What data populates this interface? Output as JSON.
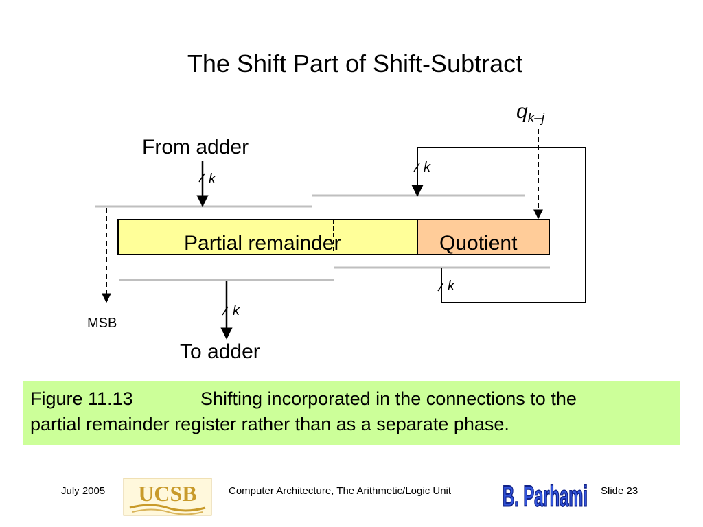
{
  "title": "The Shift Part of Shift-Subtract",
  "diagram": {
    "from_adder": "From adder",
    "to_adder": "To adder",
    "msb": "MSB",
    "partial_remainder": "Partial remainder",
    "quotient": "Quotient",
    "bus_width": "k",
    "q_main": "q",
    "q_sub": "k–j",
    "colors": {
      "partial_remainder_fill": "#ffff99",
      "quotient_fill": "#ffcc99",
      "register_line": "#bfbfbf"
    }
  },
  "caption": {
    "figure_number": "Figure 11.13",
    "text_line1": "Shifting incorporated in the connections to the",
    "text_line2": "partial remainder register rather than as a separate phase.",
    "background": "#ccff99"
  },
  "footer": {
    "date": "July 2005",
    "course": "Computer Architecture, The Arithmetic/Logic Unit",
    "slide": "Slide 23",
    "ucsb_logo_text": "UCSB",
    "author_logo_text": "B. Parhami",
    "ucsb_color": "#c89a2a",
    "author_logo_color": "#3355dd"
  }
}
